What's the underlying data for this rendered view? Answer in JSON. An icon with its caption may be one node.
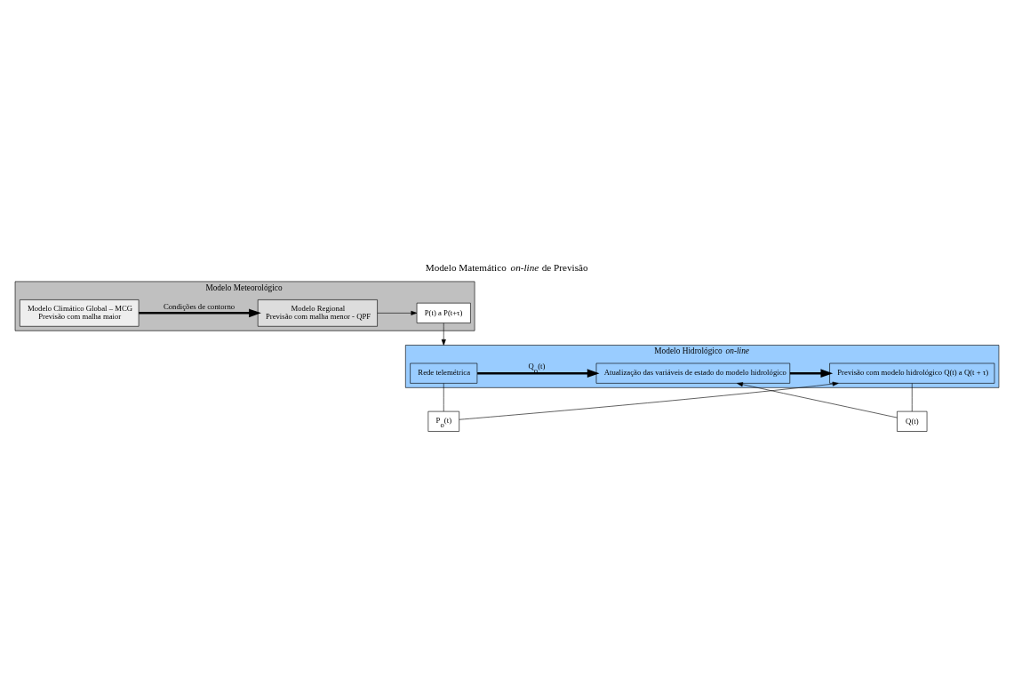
{
  "diagram": {
    "title": "Modelo Matemático *on-line* de Previsão",
    "nodes": [
      {
        "text": [
          "Modelo Meteorológico"
        ]
      },
      {
        "text": [
          "Modelo Climático Global – MCG",
          "Previsão com malha maior"
        ],
        "in": 0
      },
      {
        "text": [
          "Modelo Regional",
          "Previsão com malha menor - QPF"
        ],
        "in": 0
      },
      {
        "text": [
          "P(t) a P(t+τ)"
        ],
        "in": 0
      },
      {
        "text": [
          "Modelo Hidrológico *on-line*"
        ]
      },
      {
        "text": [
          "Rede telemétrica"
        ],
        "in": 4
      },
      {
        "text": [
          "Atualização das variáveis de estado do modelo hidrológico"
        ],
        "in": 4
      },
      {
        "text": [
          "Previsão com modelo hidrológico Q(t) a Q(t + τ)"
        ],
        "in": 4
      },
      {
        "text": [
          "Q(t)"
        ]
      },
      {
        "text": [
          "P$_{o}$(t)"
        ]
      }
    ],
    "edges": [
      {
        "from": 1,
        "to": 2,
        "arrow": "to",
        "label": "Condições de contorno",
        "style": "thick"
      },
      {
        "from": 2,
        "to": 3,
        "arrow": "to"
      },
      {
        "from": 3,
        "to": 4,
        "arrow": "to"
      },
      {
        "from": 5,
        "to": 6,
        "arrow": "to",
        "label": "Q$_{o}$(t)",
        "style": "thick"
      },
      {
        "from": 6,
        "to": 7,
        "arrow": "to",
        "style": "thick"
      },
      {
        "from": 7,
        "to": 8,
        "arrow": "none"
      },
      {
        "from": 8,
        "to": 6,
        "arrow": "to"
      },
      {
        "from": 5,
        "to": 9,
        "arrow": "none"
      },
      {
        "from": 9,
        "to": 7,
        "arrow": "to"
      }
    ]
  }
}
